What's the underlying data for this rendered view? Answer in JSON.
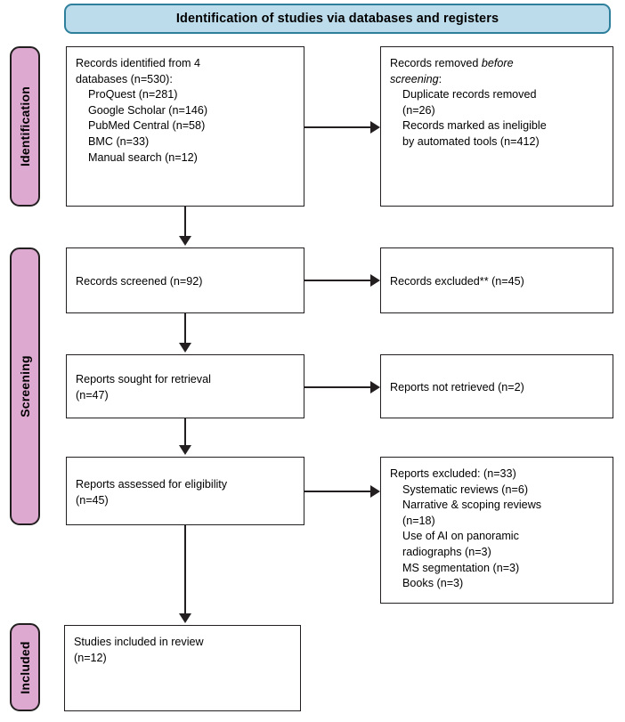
{
  "banner": {
    "title": "Identification of studies via databases and registers",
    "fill_color": "#bcdceb",
    "border_color": "#2e7f9c"
  },
  "stages": {
    "fill_color": "#dda9d0",
    "border_color": "#231f20",
    "identification": "Identification",
    "screening": "Screening",
    "included": "Included"
  },
  "boxes": {
    "identified": {
      "lines": [
        "Records identified from 4",
        "databases (n=530):",
        "    ProQuest (n=281)",
        "    Google Scholar (n=146)",
        "    PubMed Central (n=58)",
        "    BMC (n=33)",
        "    Manual search (n=12)"
      ],
      "text": "Records identified from 4\ndatabases (n=530):\n    ProQuest (n=281)\n    Google Scholar (n=146)\n    PubMed Central (n=58)\n    BMC (n=33)\n    Manual search (n=12)"
    },
    "removed": {
      "lines": [
        "Records removed before",
        "screening:",
        "    Duplicate records removed",
        "    (n=26)",
        "    Records marked as ineligible",
        "    by automated tools (n=412)"
      ],
      "text_before_italic": "Records removed ",
      "italic_1": "before",
      "italic_2": "screening",
      "text_after_italic": ":\n    Duplicate records removed\n    (n=26)\n    Records marked as ineligible\n    by automated tools (n=412)"
    },
    "screened": {
      "text": "Records screened (n=92)"
    },
    "excluded": {
      "text": "Records excluded** (n=45)"
    },
    "sought": {
      "text": "Reports sought for retrieval\n(n=47)"
    },
    "not_retrieved": {
      "text": "Reports not retrieved (n=2)"
    },
    "assessed": {
      "text": "Reports assessed for eligibility\n(n=45)"
    },
    "reports_excluded": {
      "text": "Reports excluded: (n=33)\n    Systematic reviews (n=6)\n    Narrative & scoping reviews\n    (n=18)\n    Use of AI on panoramic\n    radiographs (n=3)\n    MS segmentation (n=3)\n    Books (n=3)",
      "lines": [
        "Reports excluded: (n=33)",
        "    Systematic reviews (n=6)",
        "    Narrative & scoping reviews",
        "    (n=18)",
        "    Use of AI on panoramic",
        "    radiographs (n=3)",
        "    MS segmentation (n=3)",
        "    Books (n=3)"
      ]
    },
    "included": {
      "text": "Studies included in review\n(n=12)"
    }
  },
  "chart_data": {
    "type": "diagram",
    "title": "Identification of studies via databases and registers",
    "flow": [
      {
        "stage": "Identification",
        "node": "Records identified from 4 databases",
        "n": 530,
        "sources": [
          {
            "name": "ProQuest",
            "n": 281
          },
          {
            "name": "Google Scholar",
            "n": 146
          },
          {
            "name": "PubMed Central",
            "n": 58
          },
          {
            "name": "BMC",
            "n": 33
          },
          {
            "name": "Manual search",
            "n": 12
          }
        ]
      },
      {
        "stage": "Identification",
        "node": "Records removed before screening",
        "reasons": [
          {
            "name": "Duplicate records removed",
            "n": 26
          },
          {
            "name": "Records marked as ineligible by automated tools",
            "n": 412
          }
        ]
      },
      {
        "stage": "Screening",
        "node": "Records screened",
        "n": 92
      },
      {
        "stage": "Screening",
        "node": "Records excluded**",
        "n": 45
      },
      {
        "stage": "Screening",
        "node": "Reports sought for retrieval",
        "n": 47
      },
      {
        "stage": "Screening",
        "node": "Reports not retrieved",
        "n": 2
      },
      {
        "stage": "Screening",
        "node": "Reports assessed for eligibility",
        "n": 45
      },
      {
        "stage": "Screening",
        "node": "Reports excluded",
        "n": 33,
        "reasons": [
          {
            "name": "Systematic reviews",
            "n": 6
          },
          {
            "name": "Narrative & scoping reviews",
            "n": 18
          },
          {
            "name": "Use of AI on panoramic radiographs",
            "n": 3
          },
          {
            "name": "MS segmentation",
            "n": 3
          },
          {
            "name": "Books",
            "n": 3
          }
        ]
      },
      {
        "stage": "Included",
        "node": "Studies included in review",
        "n": 12
      }
    ]
  }
}
